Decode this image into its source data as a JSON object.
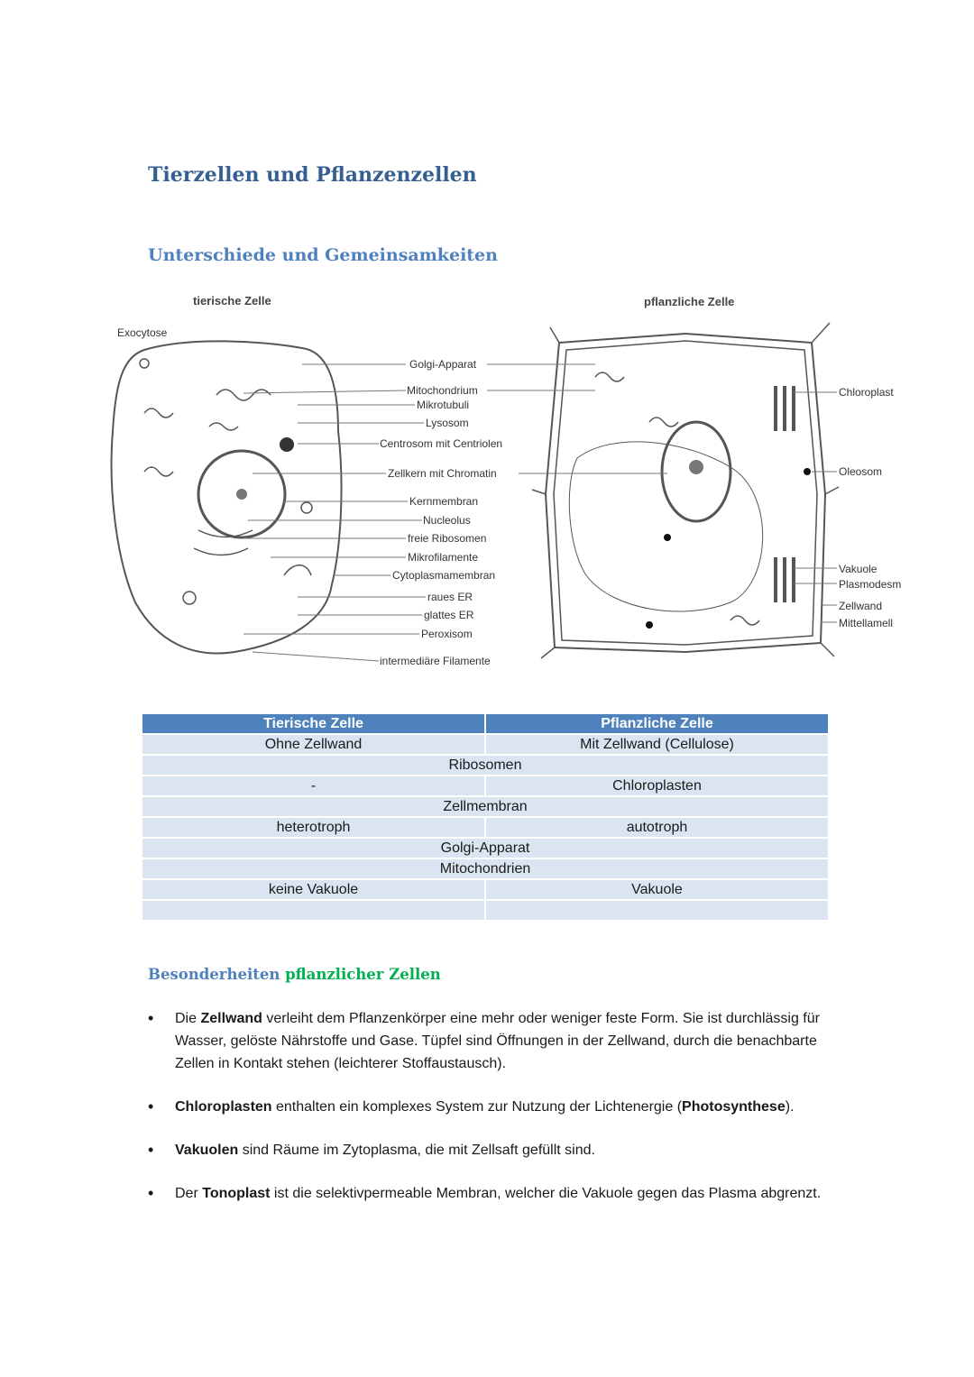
{
  "title": "Tierzellen und Pflanzenzellen",
  "subtitle": "Unterschiede und Gemeinsamkeiten",
  "diagram": {
    "animal_title": "tierische Zelle",
    "plant_title": "pflanzliche Zelle",
    "exocytose": "Exocytose",
    "center_labels": [
      "Golgi-Apparat",
      "Mitochondrium",
      "Mikrotubuli",
      "Lysosom",
      "Centrosom mit Centriolen",
      "Zellkern mit Chromatin",
      "Kernmembran",
      "Nucleolus",
      "freie Ribosomen",
      "Mikrofilamente",
      "Cytoplasmamembran",
      "raues ER",
      "glattes ER",
      "Peroxisom",
      "intermediäre Filamente"
    ],
    "right_labels": [
      "Chloroplast",
      "Oleosom",
      "Vakuole",
      "Plasmodesm",
      "Zellwand",
      "Mittellamell"
    ]
  },
  "table": {
    "headers": [
      "Tierische Zelle",
      "Pflanzliche Zelle"
    ],
    "rows": [
      {
        "type": "split",
        "left": "Ohne Zellwand",
        "right": "Mit Zellwand (Cellulose)"
      },
      {
        "type": "merged",
        "text": "Ribosomen"
      },
      {
        "type": "split",
        "left": "-",
        "right": "Chloroplasten"
      },
      {
        "type": "merged",
        "text": "Zellmembran"
      },
      {
        "type": "split",
        "left": "heterotroph",
        "right": "autotroph"
      },
      {
        "type": "merged",
        "text": "Golgi-Apparat"
      },
      {
        "type": "merged",
        "text": "Mitochondrien"
      },
      {
        "type": "split",
        "left": "keine Vakuole",
        "right": "Vakuole"
      },
      {
        "type": "split",
        "left": "",
        "right": ""
      }
    ]
  },
  "section3": {
    "part1": "Besonderheiten",
    "part2": "pflanzlicher Zellen"
  },
  "bullets": [
    {
      "pre": "Die ",
      "bold": "Zellwand",
      "post": " verleiht dem Pflanzenkörper eine mehr oder weniger feste Form. Sie ist durchlässig für Wasser, gelöste Nährstoffe und Gase. Tüpfel sind Öffnungen in der Zellwand, durch die benachbarte Zellen in Kontakt stehen (leichterer Stoffaustausch)."
    },
    {
      "pre": "",
      "bold": "Chloroplasten",
      "post": " enthalten ein komplexes System zur Nutzung der Lichtenergie (",
      "bold2": "Photosynthese",
      "post2": ")."
    },
    {
      "pre": "",
      "bold": "Vakuolen",
      "post": " sind Räume im Zytoplasma, die mit Zellsaft gefüllt sind."
    },
    {
      "pre": "Der ",
      "bold": "Tonoplast",
      "post": " ist die selektivpermeable Membran, welcher die Vakuole gegen das Plasma abgrenzt."
    }
  ]
}
